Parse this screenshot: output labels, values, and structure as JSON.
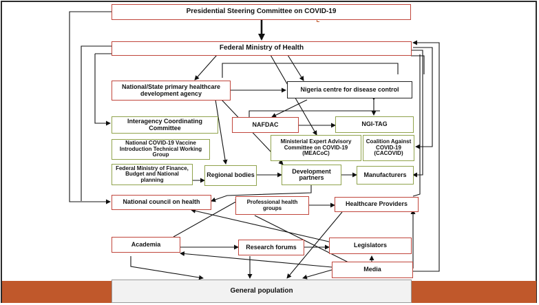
{
  "nodes": {
    "steering": "Presidential Steering Committee on COVID-19",
    "fmoh": "Federal Ministry of Health",
    "nphcda": "National/State primary healthcare development agency",
    "ncdc": "Nigeria centre for disease control",
    "icc": "Interagency Coordinating Committee",
    "nafdac": "NAFDAC",
    "ngitag": "NGI-TAG",
    "vaccine_twg": "National COVID-19 Vaccine Introduction Technical Working Group",
    "meacoc": "Ministerial Expert Advisory Committee on COVID-19 (MEACoC)",
    "cacovid": "Coalition Against COVID-19 (CACOVID)",
    "fmof": "Federal Ministry of Finance, Budget and National planning",
    "regional": "Regional bodies",
    "dev_partners": "Development partners",
    "manufacturers": "Manufacturers",
    "ncoh": "National council on health",
    "prof_groups": "Professional health groups",
    "providers": "Healthcare Providers",
    "academia": "Academia",
    "research": "Research forums",
    "legislators": "Legislators",
    "media": "Media",
    "population": "General population"
  },
  "colors": {
    "border_red": "#c0443a",
    "border_dark": "#222222",
    "border_olive": "#8fa24b",
    "floor": "#c0582b",
    "line": "#111111"
  }
}
